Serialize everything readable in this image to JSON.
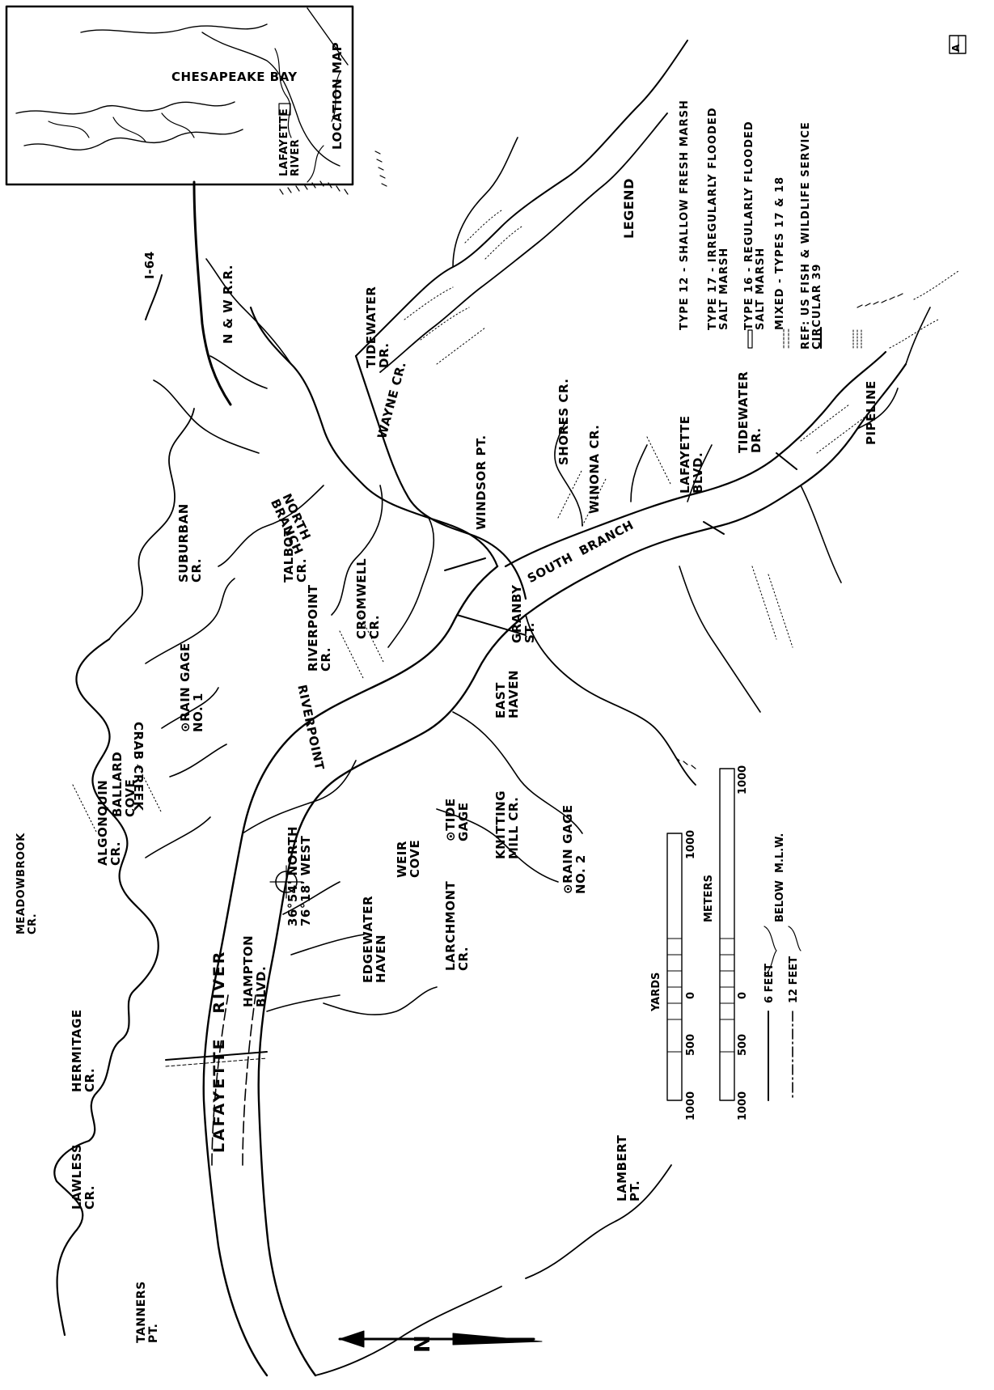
{
  "location_map": {
    "bay": "CHESAPEAKE BAY",
    "river": "LAFAYETTE\nRIVER",
    "title": "LOCATION MAP"
  },
  "labels": {
    "meadowbrook": "MEADOWBROOK\nCR.",
    "hermitage": "HERMITAGE\nCR.",
    "lawless": "LAWLESS\nCR.",
    "tanners": "TANNERS\nPT.",
    "algonquin": "ALGONQUIN\nCR.",
    "ballard": "BALLARD\nCOVE",
    "crab_creek": "CRAB CREEK",
    "rain_gage_1": "⊙RAIN GAGE\nNO. 1",
    "suburban": "SUBURBAN\nCR.",
    "i64": "I-64",
    "nw_rr": "N & W R.R.",
    "talbot": "TALBOT\nCR.",
    "riverpoint_cr": "RIVERPOINT\nCR.",
    "cromwell": "CROMWELL\nCR.",
    "riverpoint": "RIVERPOINT",
    "north_branch": "NORTH\nBRANCH",
    "tidewater_dr_1": "TIDEWATER\nDR.",
    "wayne": "WAYNE CR.",
    "windsor": "WINDSOR PT.",
    "shores": "SHORES CR.",
    "winona": "WINONA CR.",
    "south_branch": "SOUTH  BRANCH",
    "lafayette_blvd": "LAFAYETTE\nBLVD.",
    "tidewater_dr_2": "TIDEWATER\nDR.",
    "pipeline": "PIPELINE",
    "granby": "GRANBY\nST.",
    "east_haven": "EAST\nHAVEN",
    "lafayette_river": "LAFAYETTE   RIVER",
    "hampton": "HAMPTON\nBLVD.",
    "coords": "36°54' NORTH\n76°18' WEST",
    "edgewater": "EDGEWATER\nHAVEN",
    "weir": "WEIR\nCOVE",
    "tide_gage": "⊙TIDE\nGAGE",
    "knitting": "KNITTING\nMILL CR.",
    "rain_gage_2": "⊙RAIN GAGE\nNO. 2",
    "larchmont": "LARCHMONT\nCR.",
    "lambert": "LAMBERT\nPT."
  },
  "legend": {
    "title": "LEGEND",
    "items": [
      "TYPE 12 - SHALLOW FRESH MARSH",
      "TYPE 17 - IRREGULARLY FLOODED\nSALT MARSH",
      "TYPE 16 - REGULARLY FLOODED\nSALT MARSH",
      "MIXED - TYPES 17 & 18"
    ],
    "ref": "REF: US FISH & WILDLIFE SERVICE\nCIRCULAR 39"
  },
  "scale": {
    "yards_title": "YARDS",
    "yards_ticks": [
      "1000",
      "500",
      "0",
      "1000"
    ],
    "meters_title": "METERS",
    "meters_ticks": [
      "1000",
      "500",
      "0",
      "1000"
    ],
    "depth_6": "6 FEET",
    "depth_12": "12 FEET",
    "below": "BELOW  M.L.W."
  },
  "north_arrow": "N",
  "corner_tag": "A"
}
